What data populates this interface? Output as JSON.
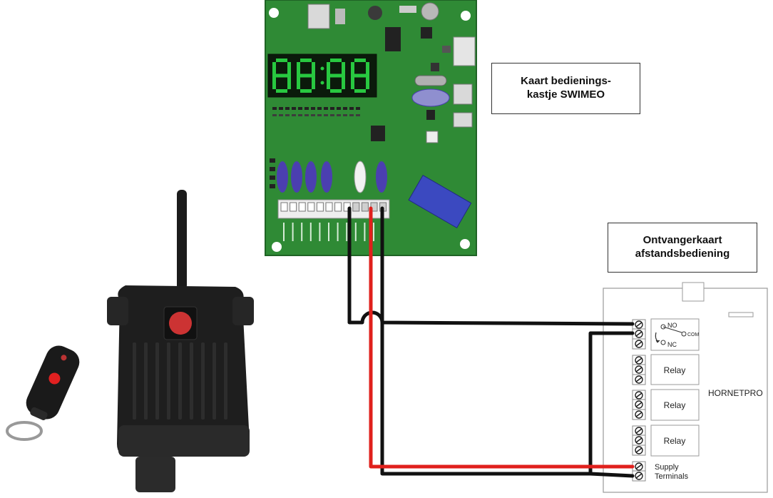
{
  "labels": {
    "swimeo_line1": "Kaart bedienings-",
    "swimeo_line2": "kastje SWIMEO",
    "receiver_line1": "Ontvangerkaart",
    "receiver_line2": "afstandsbediening"
  },
  "receiver_board": {
    "name": "HORNETPRO",
    "relay_labels": [
      "Relay",
      "Relay",
      "Relay"
    ],
    "contact_no": "NO",
    "contact_nc": "NC",
    "contact_com": "COM",
    "supply_line1": "Supply",
    "supply_line2": "Terminals"
  },
  "control_board": {
    "display_digits": [
      "8",
      "8",
      "8",
      "8"
    ]
  },
  "colors": {
    "pcb_green": "#2f8a35",
    "wire_red": "#e0201c",
    "wire_black": "#111111",
    "display_segment": "#28c840",
    "potentiometer": "#4b3fb0"
  }
}
